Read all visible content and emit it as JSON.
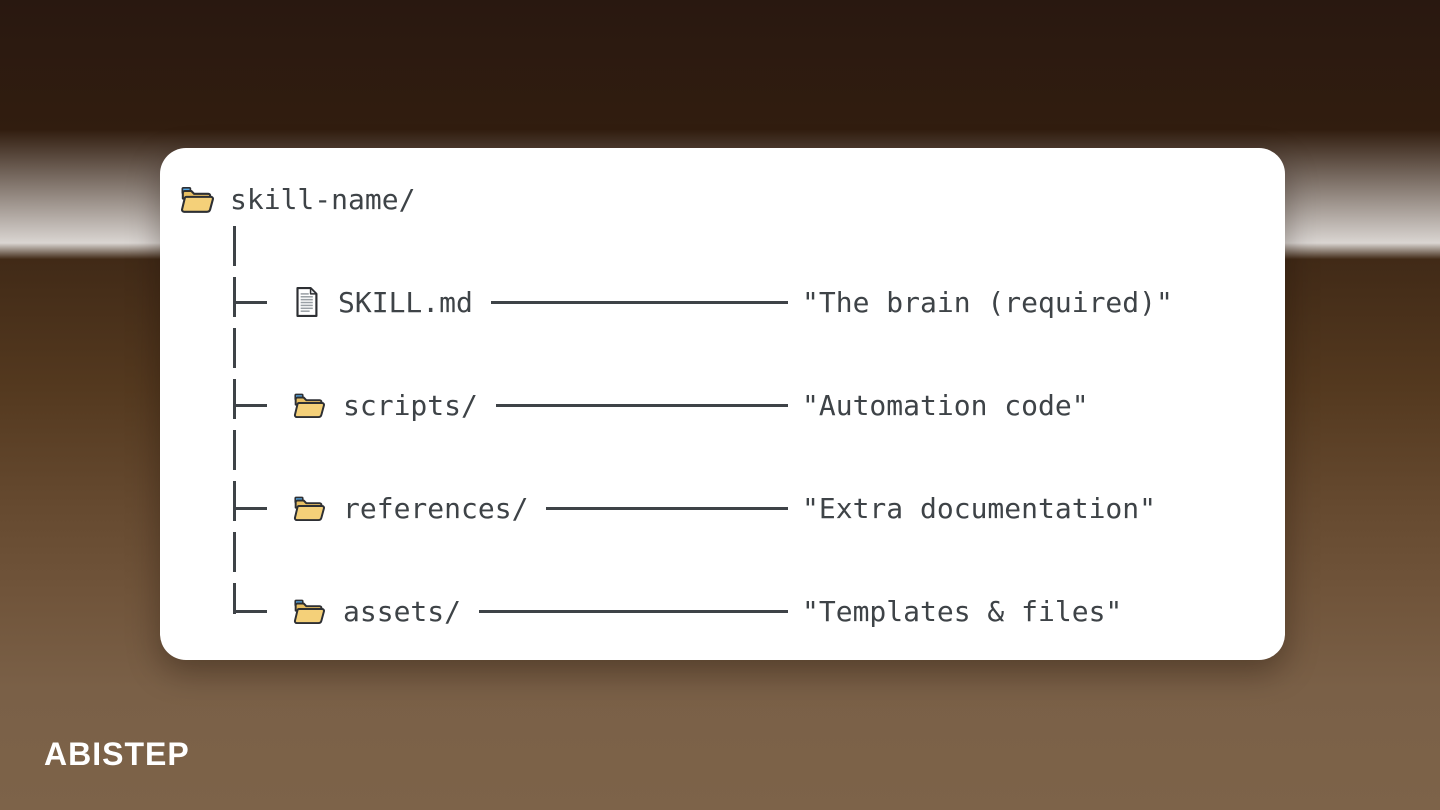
{
  "background": {
    "gradient_top": "#291810",
    "gradient_bottom": "#7d6349"
  },
  "card": {
    "background": "#ffffff"
  },
  "tree": {
    "root": {
      "icon": "folder-icon",
      "name": "skill-name/"
    },
    "children": [
      {
        "icon": "document-icon",
        "name": "SKILL.md",
        "quote": "\"The brain (required)\""
      },
      {
        "icon": "folder-icon",
        "name": "scripts/",
        "quote": "\"Automation code\""
      },
      {
        "icon": "folder-icon",
        "name": "references/",
        "quote": "\"Extra documentation\""
      },
      {
        "icon": "folder-icon",
        "name": "assets/",
        "quote": "\"Templates & files\""
      }
    ]
  },
  "branding": {
    "logo_text": "ABISTEP"
  },
  "colors": {
    "text": "#3e4347",
    "tree_line": "#3e4347",
    "folder_yellow": "#f4d079",
    "folder_yellow_dark": "#e8bf62",
    "folder_blue": "#57a9e6",
    "icon_outline": "#2d2f33",
    "logo_white": "#ffffff"
  }
}
